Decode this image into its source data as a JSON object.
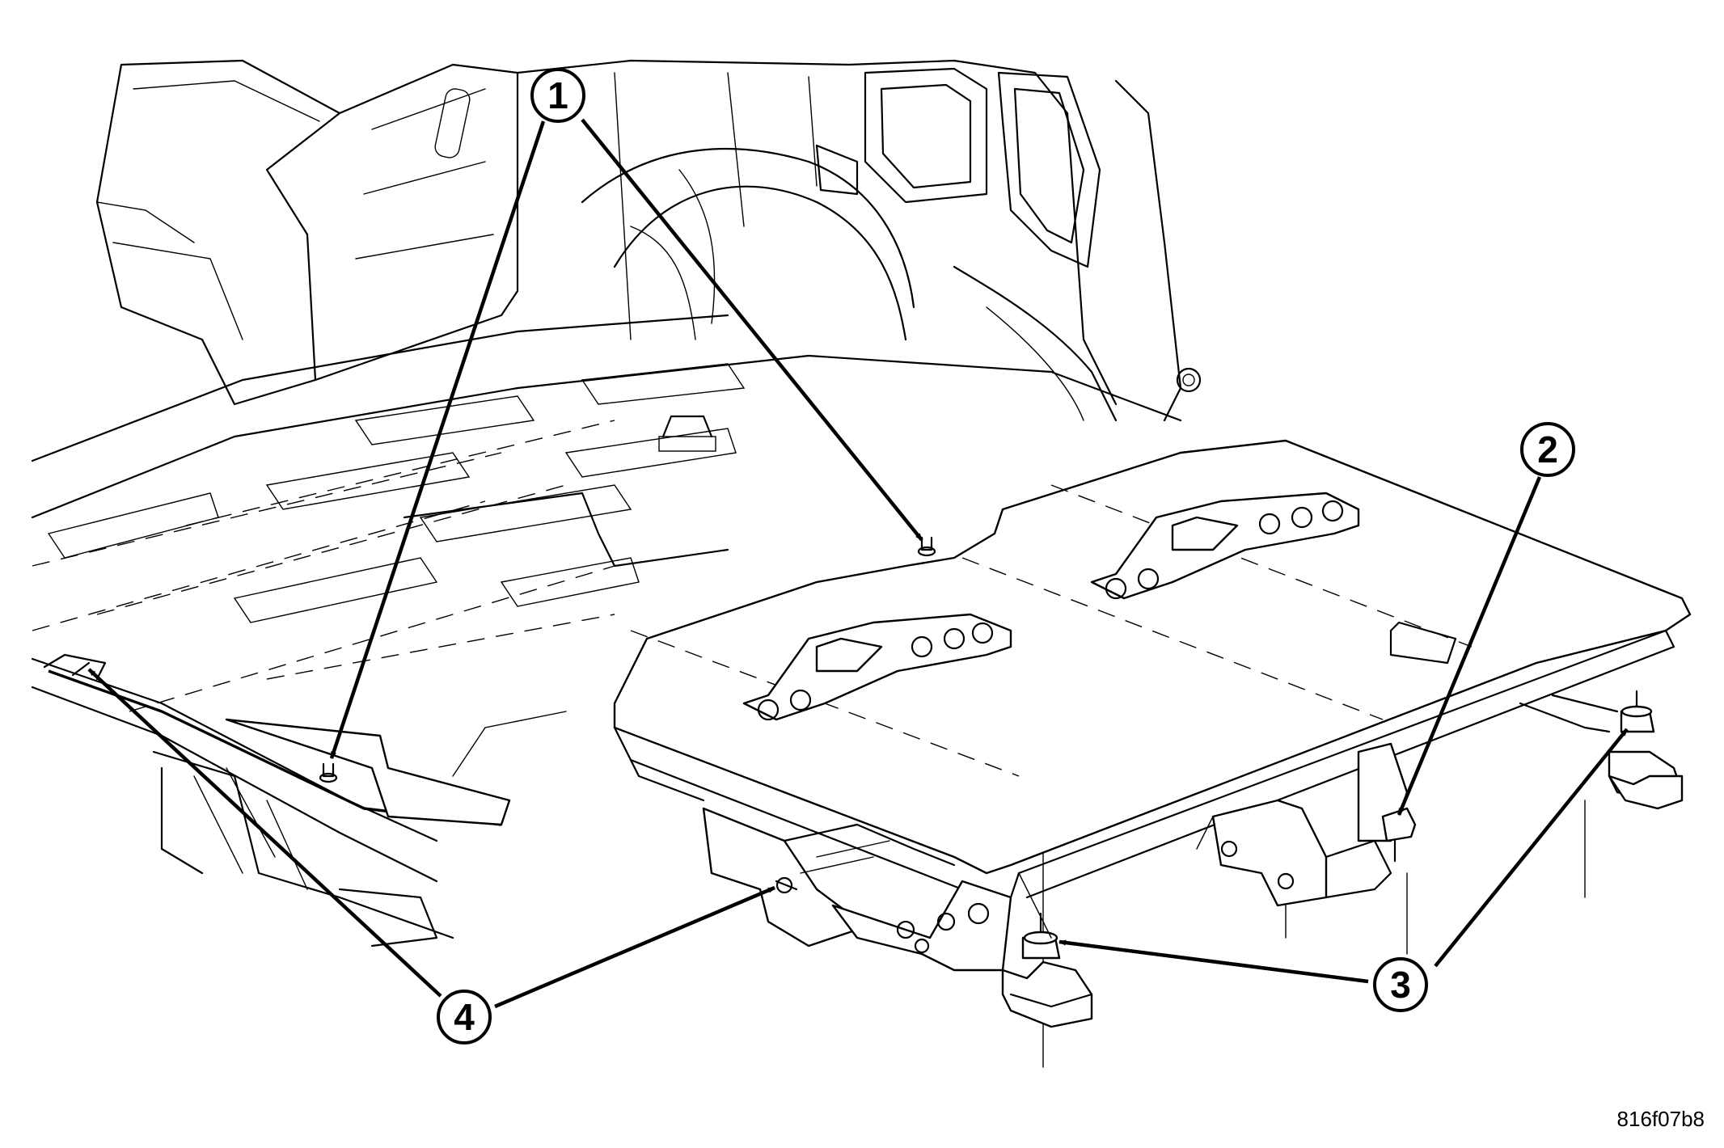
{
  "figure_code": "816f07b8",
  "callouts": [
    {
      "id": 1,
      "label": "1"
    },
    {
      "id": 2,
      "label": "2"
    },
    {
      "id": 3,
      "label": "3"
    },
    {
      "id": 4,
      "label": "4"
    }
  ],
  "colors": {
    "line": "#000000",
    "background": "#ffffff"
  }
}
